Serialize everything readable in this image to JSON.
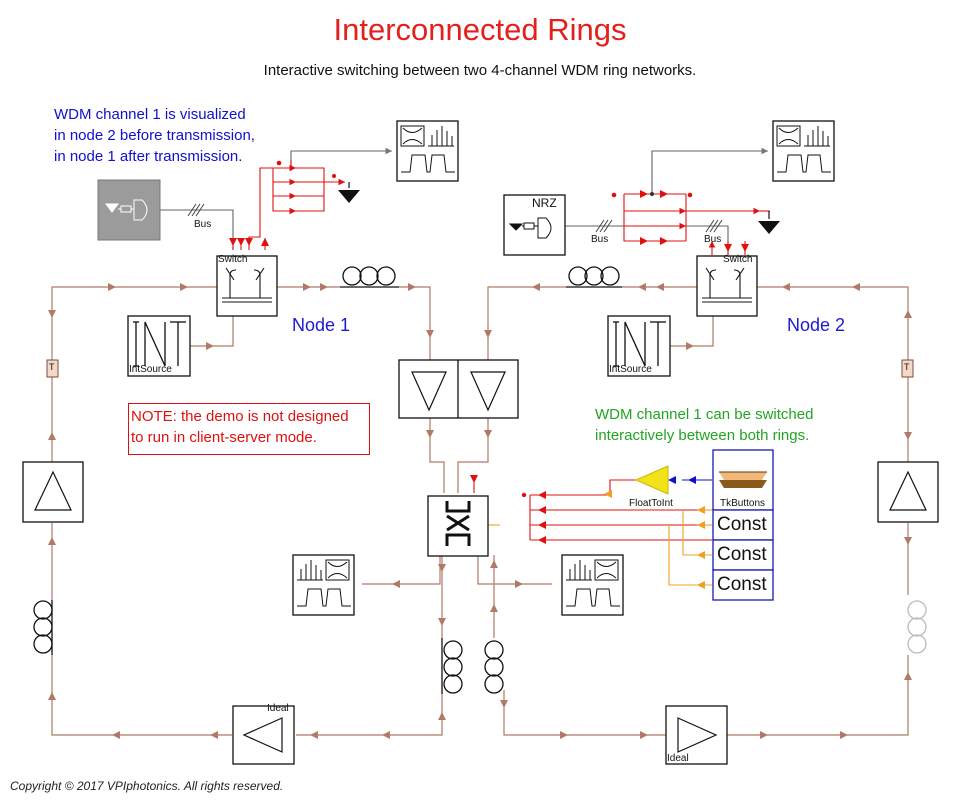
{
  "header": {
    "title": "Interconnected Rings",
    "subtitle": "Interactive switching between two 4-channel WDM ring networks."
  },
  "notes": {
    "blue": [
      "WDM channel 1 is visualized",
      "in node 2 before transmission,",
      "in node 1 after transmission."
    ],
    "green": [
      "WDM channel 1 can be switched",
      "interactively between both rings."
    ],
    "red": [
      "NOTE: the demo is not designed",
      "to run in client-server mode."
    ]
  },
  "nodes": {
    "node1": "Node 1",
    "node2": "Node 2"
  },
  "labels": {
    "switch": "Switch",
    "bus": "Bus",
    "intsource": "IntSource",
    "nrz": "NRZ",
    "floattoint": "FloatToInt",
    "tkbuttons": "TkButtons",
    "ideal": "Ideal",
    "t": "T",
    "oxc": "OXC"
  },
  "consts": [
    "Const",
    "Const",
    "Const"
  ],
  "footer": {
    "copyright": "Copyright © 2017 VPIphotonics. All rights reserved."
  },
  "colors": {
    "fiber": "#b07a66",
    "signal": "#e01010",
    "control": "#f0a020",
    "blue_ctrl": "#1010d0",
    "grey": "#999999"
  }
}
